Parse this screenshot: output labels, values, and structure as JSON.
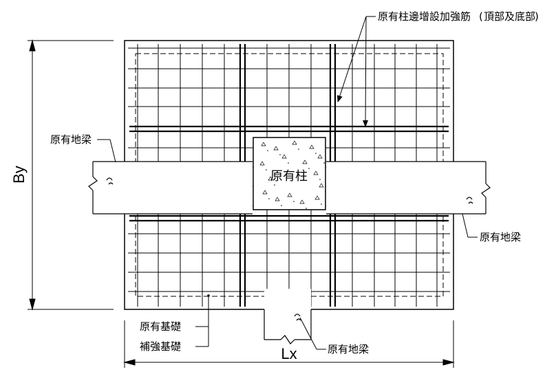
{
  "labels": {
    "strengthening_bars": "原有柱邊增設加強筋",
    "strengthening_bars_note": "頂部及底部",
    "existing_beam_left": "原有地梁",
    "existing_beam_right": "原有地梁",
    "existing_beam_bottom": "原有地梁",
    "existing_column": "原有柱",
    "existing_footing": "原有基礎",
    "reinforced_footing": "補強基礎",
    "dim_by": "By",
    "dim_lx": "Lx"
  },
  "colors": {
    "line": "#000000",
    "background": "#ffffff"
  }
}
